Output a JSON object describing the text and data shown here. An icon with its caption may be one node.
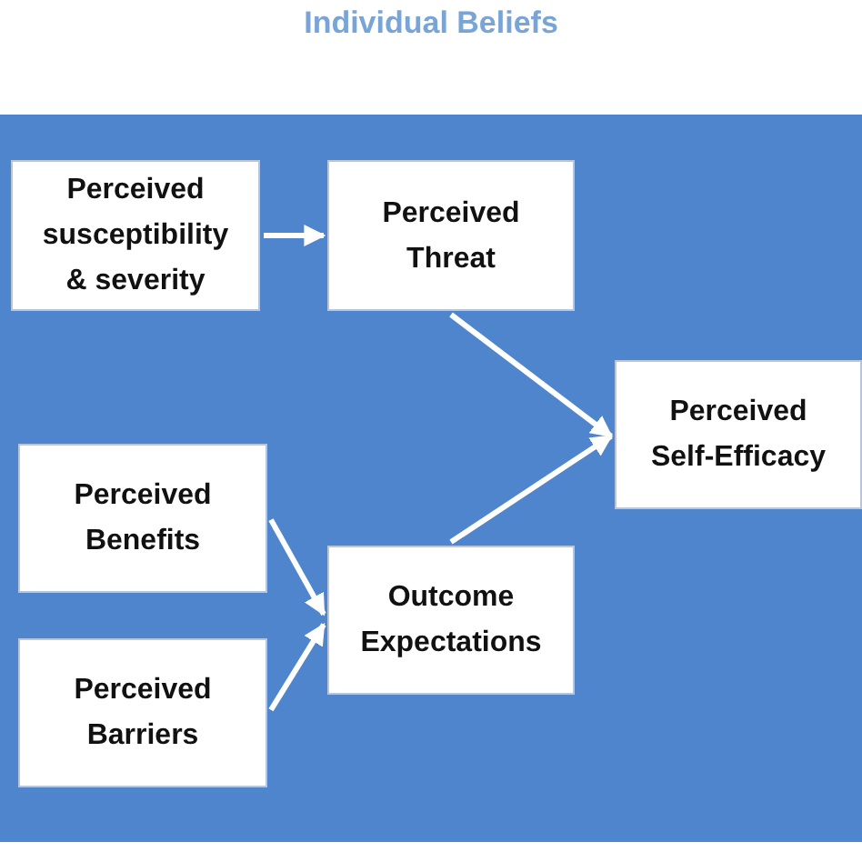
{
  "diagram": {
    "title": "Individual Beliefs",
    "nodes": [
      {
        "text": [
          "Perceived susceptibility & severity"
        ]
      },
      {
        "text": [
          "Perceived Threat"
        ]
      },
      {
        "text": [
          "Perceived Self-Efficacy"
        ]
      },
      {
        "text": [
          "Perceived Benefits"
        ]
      },
      {
        "text": [
          "Outcome Expectations"
        ]
      },
      {
        "text": [
          "Perceived Barriers"
        ]
      }
    ],
    "edges": [
      {
        "from": 0,
        "to": 1,
        "arrow": "to"
      },
      {
        "from": 1,
        "to": 2,
        "arrow": "to"
      },
      {
        "from": 3,
        "to": 4,
        "arrow": "to"
      },
      {
        "from": 5,
        "to": 4,
        "arrow": "to"
      },
      {
        "from": 4,
        "to": 2,
        "arrow": "to"
      }
    ]
  }
}
